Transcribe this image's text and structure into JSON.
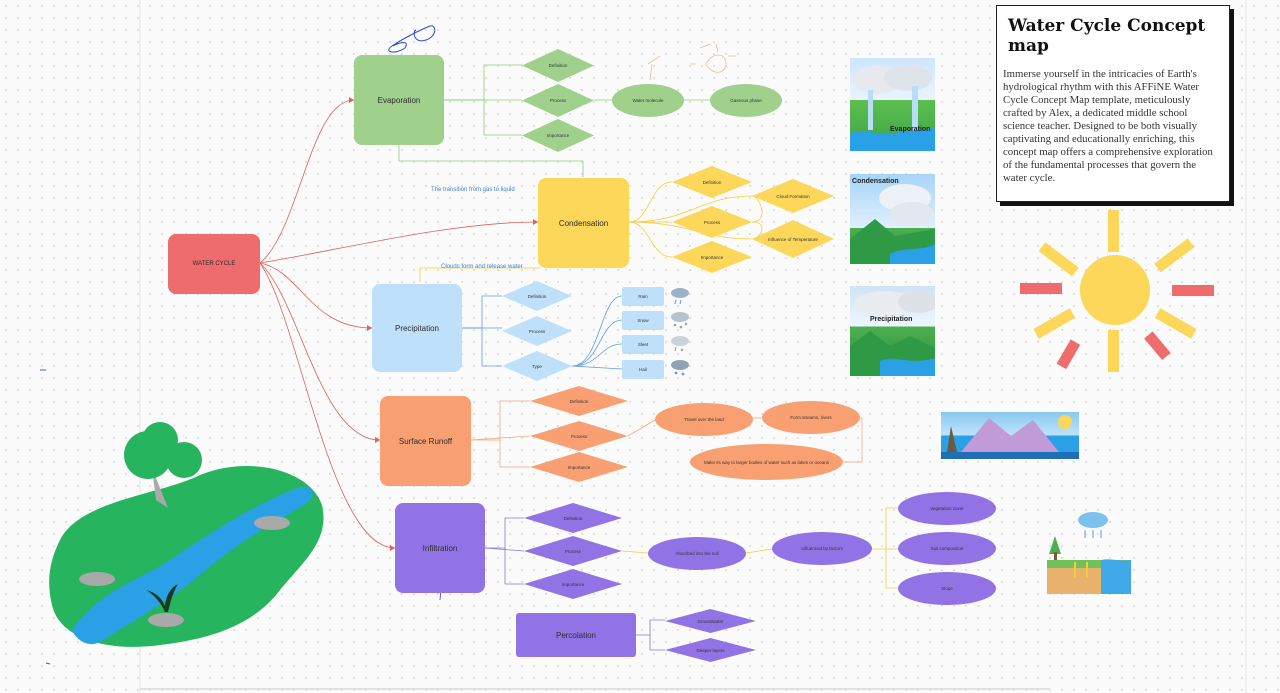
{
  "info": {
    "title": "Water Cycle Concept map",
    "description": "Immerse yourself in the intricacies of Earth's hydrological rhythm with this AFFiNE Water Cycle Concept Map template, meticulously crafted by Alex, a dedicated middle school science teacher. Designed to be both visually captivating and educationally enriching, this concept map offers a comprehensive exploration of the fundamental processes that govern the water cycle."
  },
  "root": {
    "label": "WATER CYCLE",
    "color": "#ee6b6e"
  },
  "evaporation": {
    "label": "Evaporation",
    "color": "#9fd18d",
    "items": [
      "Definition",
      "Process",
      "Importance"
    ],
    "details": [
      "Water molecule",
      "Gaseous phase"
    ],
    "image_title": "Evaporation"
  },
  "condensation": {
    "label": "Condensation",
    "color": "#fcd75a",
    "items": [
      "Definition",
      "Process",
      "Importance"
    ],
    "details": [
      "Cloud Formation",
      "Influence of Temperature"
    ],
    "image_title": "Condensation"
  },
  "precipitation": {
    "label": "Precipitation",
    "color": "#bfe0fb",
    "items": [
      "Definition",
      "Process",
      "Type"
    ],
    "types": [
      "Rain",
      "Snow",
      "Sleet",
      "Hail"
    ],
    "image_title": "Precipitation"
  },
  "surface_runoff": {
    "label": "Surface Runoff",
    "color": "#f9a072",
    "items": [
      "Definition",
      "Process",
      "Importance"
    ],
    "details": [
      "Travel over the land",
      "Form streams, rivers",
      "Make its way to larger bodies of water such as lakes or oceans"
    ]
  },
  "infiltration": {
    "label": "Infiltration",
    "color": "#9173e6",
    "items": [
      "Definition",
      "Process",
      "Importance"
    ],
    "details": [
      "Absorbed into the soil",
      "Influenced by factors"
    ],
    "factors": [
      "Vegetation cover",
      "Soil composition",
      "Slope"
    ]
  },
  "percolation": {
    "label": "Percolation",
    "color": "#9173e6",
    "items": [
      "Groundwater",
      "Deeper layers"
    ]
  },
  "edge_labels": {
    "gas_to_liquid": "The transition from gas to liquid",
    "clouds_form": "Clouds form and release water"
  },
  "colors": {
    "edge_red": "#e0605a",
    "edge_green": "#8fcb7b",
    "edge_yellow": "#f5cd3c",
    "edge_blue": "#5a9ee6",
    "edge_orange": "#f7a77c",
    "sun": "#fcd75a",
    "sun_accent": "#f06b6b"
  }
}
